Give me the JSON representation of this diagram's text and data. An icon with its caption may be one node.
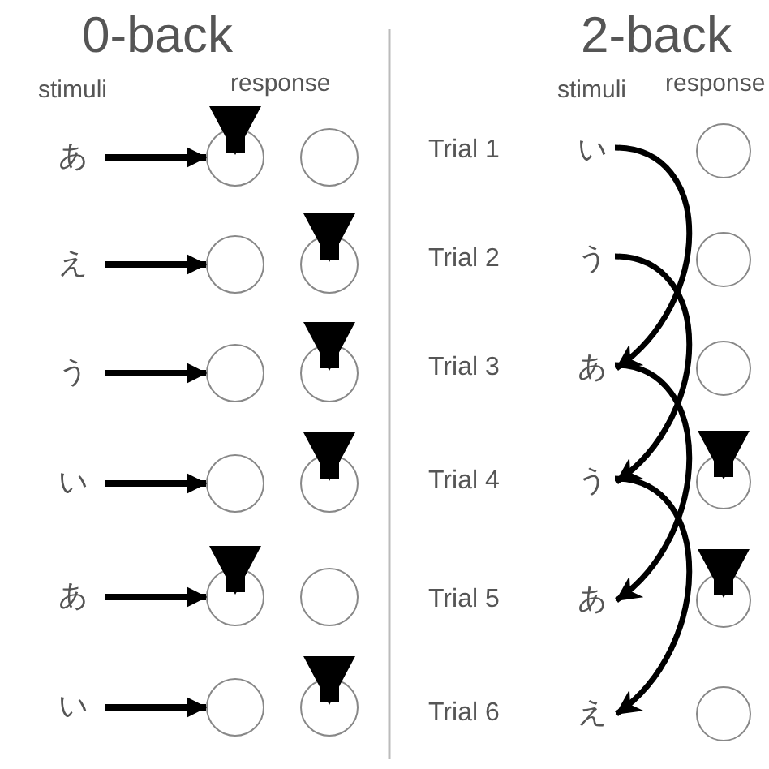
{
  "diagram": {
    "nodes": [
      {
        "text": [
          "あ"
        ]
      },
      {
        "text": [],
        "shape": "circle"
      },
      {
        "text": [],
        "shape": "circle"
      },
      {
        "text": [
          "え"
        ]
      },
      {
        "text": [],
        "shape": "circle"
      },
      {
        "text": [],
        "shape": "circle"
      },
      {
        "text": [
          "う"
        ]
      },
      {
        "text": [],
        "shape": "circle"
      },
      {
        "text": [],
        "shape": "circle"
      },
      {
        "text": [
          "い"
        ]
      },
      {
        "text": [],
        "shape": "circle"
      },
      {
        "text": [],
        "shape": "circle"
      },
      {
        "text": [
          "あ"
        ]
      },
      {
        "text": [],
        "shape": "circle"
      },
      {
        "text": [],
        "shape": "circle"
      },
      {
        "text": [
          "い"
        ]
      },
      {
        "text": [],
        "shape": "circle"
      },
      {
        "text": [],
        "shape": "circle"
      },
      {
        "text": [
          "い"
        ]
      },
      {
        "text": [
          "う"
        ]
      },
      {
        "text": [
          "あ"
        ]
      },
      {
        "text": [
          "う"
        ]
      },
      {
        "text": [
          "あ"
        ]
      },
      {
        "text": [
          "え"
        ]
      },
      {
        "text": [],
        "shape": "circle"
      },
      {
        "text": [],
        "shape": "circle"
      },
      {
        "text": [],
        "shape": "circle"
      },
      {
        "text": [],
        "shape": "circle"
      },
      {
        "text": [],
        "shape": "circle"
      },
      {
        "text": [],
        "shape": "circle"
      }
    ],
    "edges": [
      {
        "from": 0,
        "to": 1,
        "arrow": "to"
      },
      {
        "from": 3,
        "to": 4,
        "arrow": "to"
      },
      {
        "from": 6,
        "to": 7,
        "arrow": "to"
      },
      {
        "from": 9,
        "to": 10,
        "arrow": "to"
      },
      {
        "from": 12,
        "to": 13,
        "arrow": "to"
      },
      {
        "from": 15,
        "to": 16,
        "arrow": "to"
      },
      {
        "from": null,
        "to": 1,
        "arrow": "to",
        "style": "thick"
      },
      {
        "from": null,
        "to": 5,
        "arrow": "to",
        "style": "thick"
      },
      {
        "from": null,
        "to": 8,
        "arrow": "to",
        "style": "thick"
      },
      {
        "from": null,
        "to": 11,
        "arrow": "to",
        "style": "thick"
      },
      {
        "from": null,
        "to": 13,
        "arrow": "to",
        "style": "thick"
      },
      {
        "from": null,
        "to": 17,
        "arrow": "to",
        "style": "thick"
      },
      {
        "from": 18,
        "to": 20,
        "arrow": "to"
      },
      {
        "from": 19,
        "to": 21,
        "arrow": "to"
      },
      {
        "from": 20,
        "to": 22,
        "arrow": "to"
      },
      {
        "from": 21,
        "to": 23,
        "arrow": "to"
      },
      {
        "from": null,
        "to": 27,
        "arrow": "to",
        "style": "thick"
      },
      {
        "from": null,
        "to": 28,
        "arrow": "to",
        "style": "thick"
      }
    ],
    "labels": [
      "0-back",
      "2-back",
      "stimuli",
      "response",
      "stimuli",
      "response",
      "Trial 1",
      "Trial 2",
      "Trial 3",
      "Trial 4",
      "Trial 5",
      "Trial 6"
    ]
  }
}
